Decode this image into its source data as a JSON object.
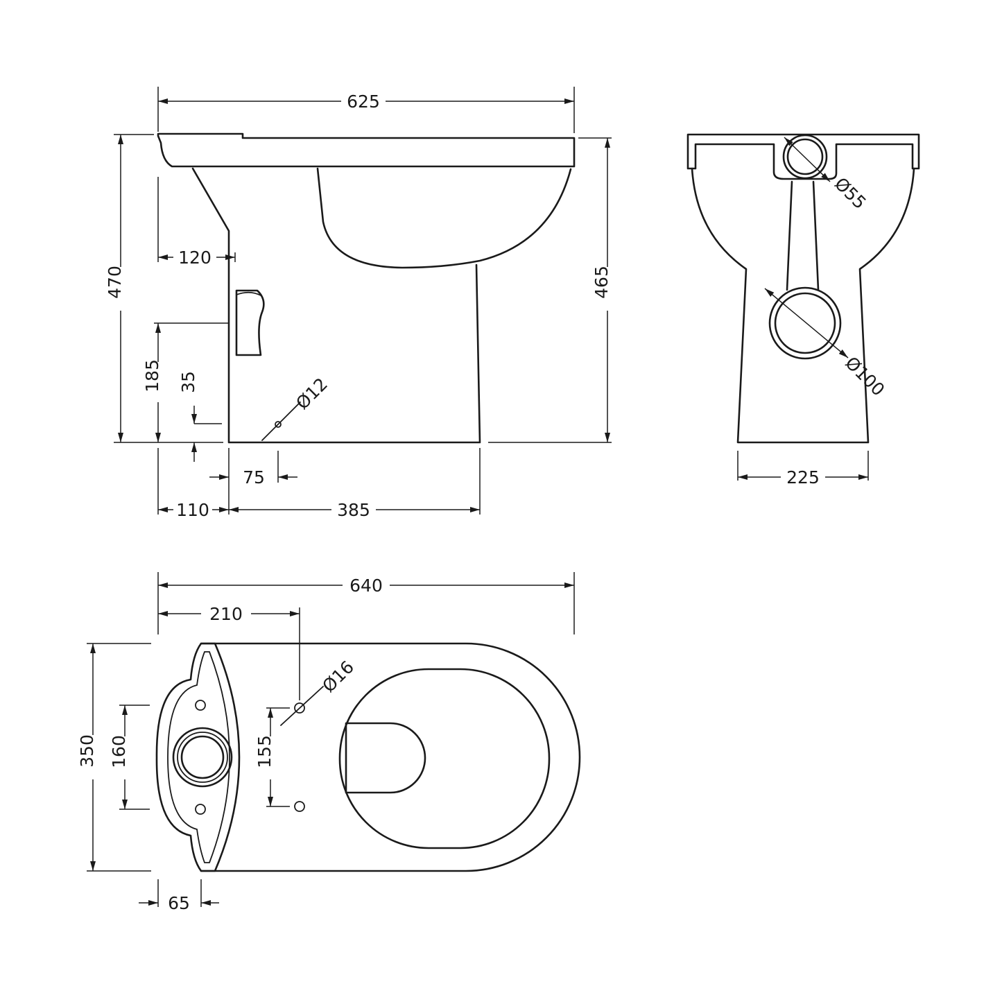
{
  "colors": {
    "ink": "#1a1a1a",
    "paper": "#ffffff"
  },
  "dimensions": {
    "side_overall_width": "625",
    "side_overall_height": "470",
    "side_body_height": "465",
    "side_inlet_offset": "120",
    "side_inlet_height": "185",
    "side_fixing_height": "35",
    "side_fixing_hole": "Ø12",
    "side_fixing_offset": "75",
    "side_rear_projection": "110",
    "side_base_length": "385",
    "front_inlet": "Ø55",
    "front_outlet": "Ø100",
    "front_base_width": "225",
    "plan_overall_length": "640",
    "plan_hole_offset": "210",
    "plan_hole": "Ø16",
    "plan_overall_width": "350",
    "plan_cistern_span": "160",
    "plan_hole_spacing": "155",
    "plan_cistern_depth": "65"
  }
}
